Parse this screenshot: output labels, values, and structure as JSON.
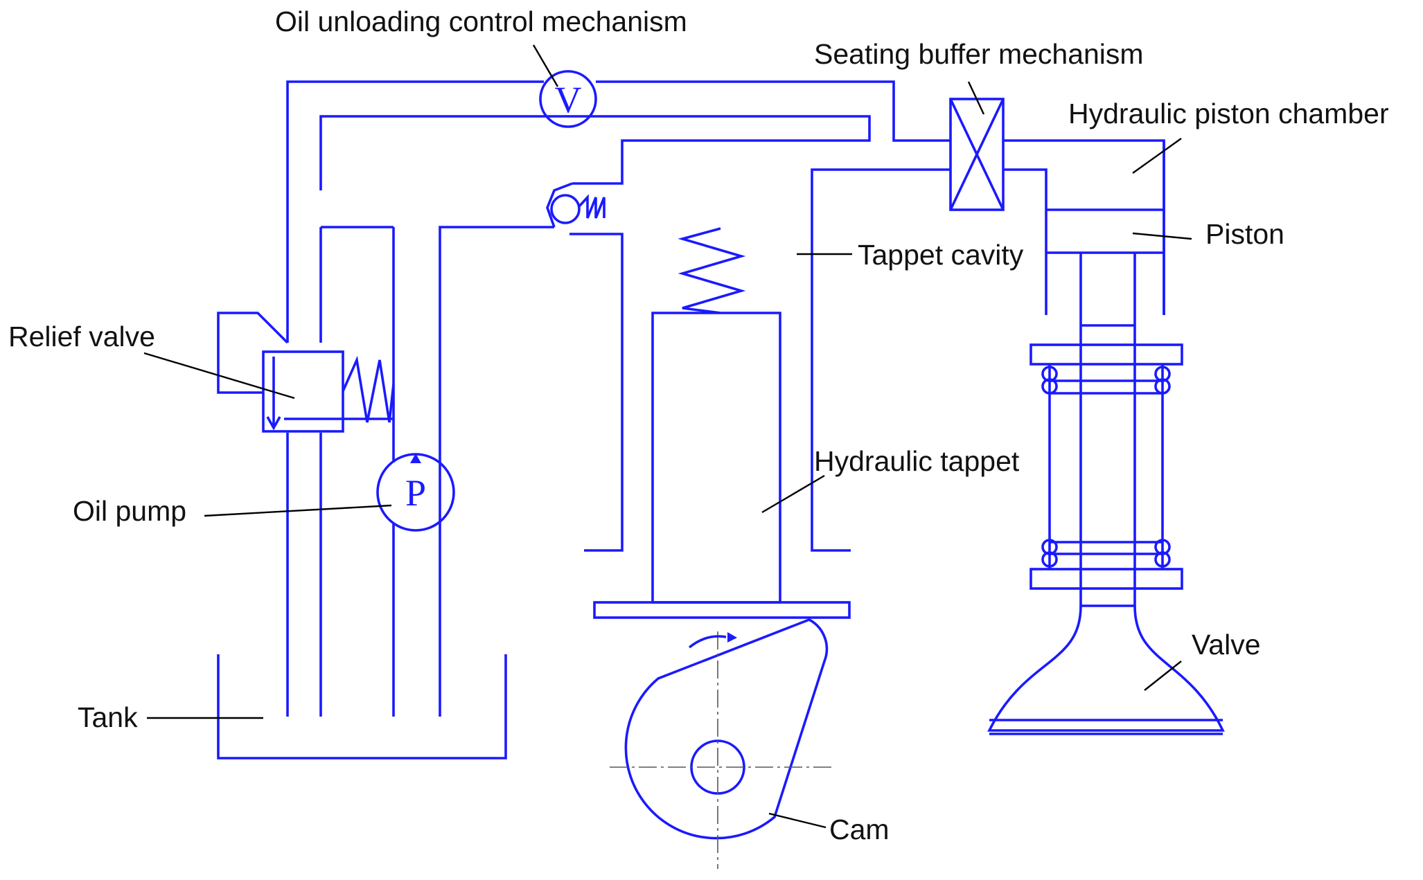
{
  "colors": {
    "line": "#1a1aff",
    "leader": "#000000",
    "text": "#111111",
    "background": "#ffffff"
  },
  "labels": {
    "oil_unloading": "Oil unloading control mechanism",
    "seating_buffer": "Seating buffer mechanism",
    "hydraulic_piston_chamber": "Hydraulic piston chamber",
    "piston": "Piston",
    "tappet_cavity": "Tappet cavity",
    "relief_valve": "Relief valve",
    "hydraulic_tappet": "Hydraulic tappet",
    "oil_pump": "Oil pump",
    "valve": "Valve",
    "tank": "Tank",
    "cam": "Cam"
  },
  "symbols": {
    "pump": "P",
    "unloading_valve": "V"
  }
}
